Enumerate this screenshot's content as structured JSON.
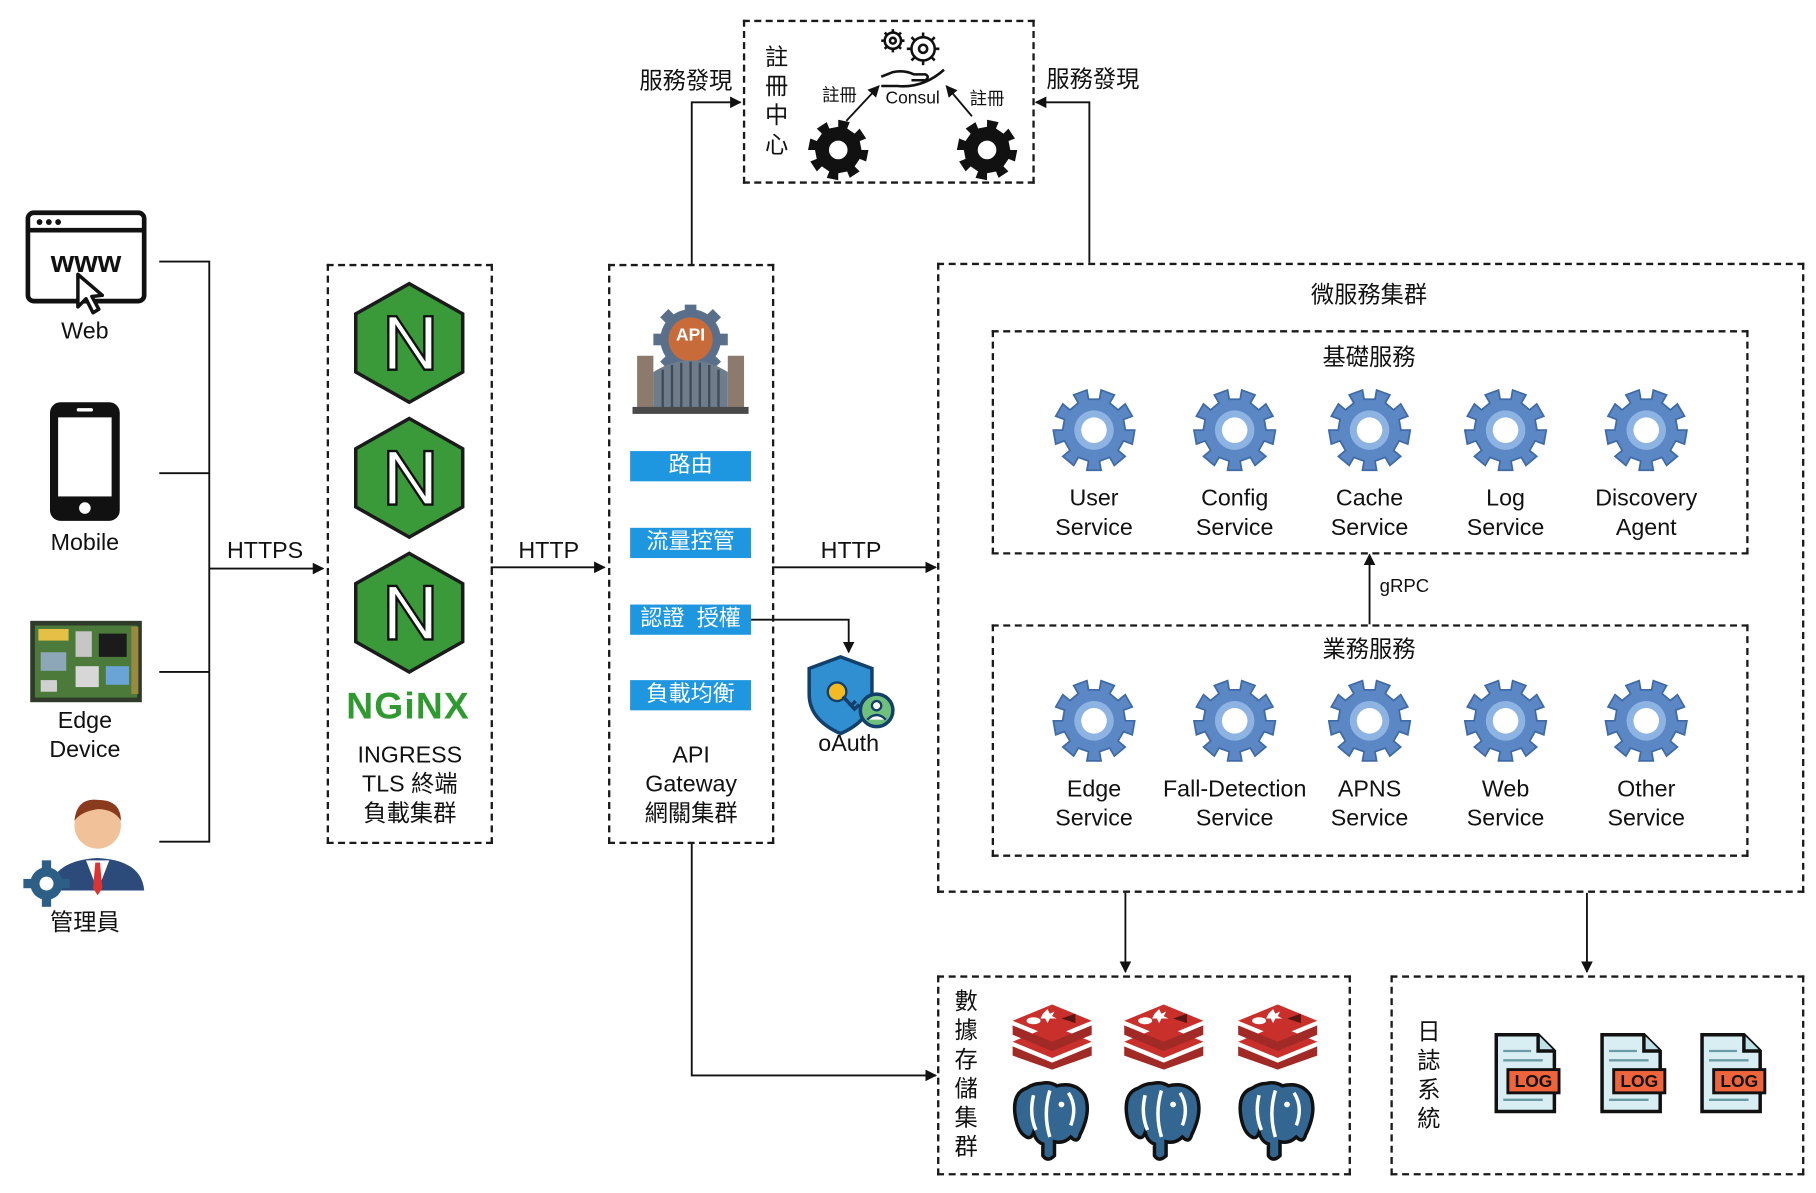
{
  "clients": {
    "web": "Web",
    "mobile": "Mobile",
    "edge": "Edge\nDevice",
    "admin": "管理員"
  },
  "edges": {
    "https": "HTTPS",
    "http1": "HTTP",
    "http2": "HTTP",
    "discovery_left": "服務發現",
    "discovery_right": "服務發現",
    "register_left": "註冊",
    "register_right": "註冊",
    "grpc": "gRPC"
  },
  "ingress": {
    "logo_text": "NGiNX",
    "label_line1": "INGRESS",
    "label_line2": "TLS 終端",
    "label_line3": "負載集群"
  },
  "gateway": {
    "api_badge": "API",
    "features": [
      "路由",
      "流量控管",
      "認證  授權",
      "負載均衡"
    ],
    "label_line1": "API",
    "label_line2": "Gateway",
    "label_line3": "網關集群"
  },
  "oauth": {
    "label": "oAuth"
  },
  "registry": {
    "title": "註冊中心",
    "consul": "Consul"
  },
  "microservices": {
    "title": "微服務集群",
    "basic": {
      "title": "基礎服務",
      "services": [
        {
          "l1": "User",
          "l2": "Service"
        },
        {
          "l1": "Config",
          "l2": "Service"
        },
        {
          "l1": "Cache",
          "l2": "Service"
        },
        {
          "l1": "Log",
          "l2": "Service"
        },
        {
          "l1": "Discovery",
          "l2": "Agent"
        }
      ]
    },
    "business": {
      "title": "業務服務",
      "services": [
        {
          "l1": "Edge",
          "l2": "Service"
        },
        {
          "l1": "Fall-Detection",
          "l2": "Service"
        },
        {
          "l1": "APNS",
          "l2": "Service"
        },
        {
          "l1": "Web",
          "l2": "Service"
        },
        {
          "l1": "Other",
          "l2": "Service"
        }
      ]
    }
  },
  "storage": {
    "title": "數據存儲集群"
  },
  "logs": {
    "title": "日誌系統",
    "badge": "LOG"
  },
  "colors": {
    "nginx_green": "#3a9a3a",
    "gear_blue": "#5b87c5",
    "button_blue": "#1f97e0",
    "redis_red": "#c9302c",
    "postgres_blue": "#336791",
    "log_orange": "#f0643c"
  }
}
